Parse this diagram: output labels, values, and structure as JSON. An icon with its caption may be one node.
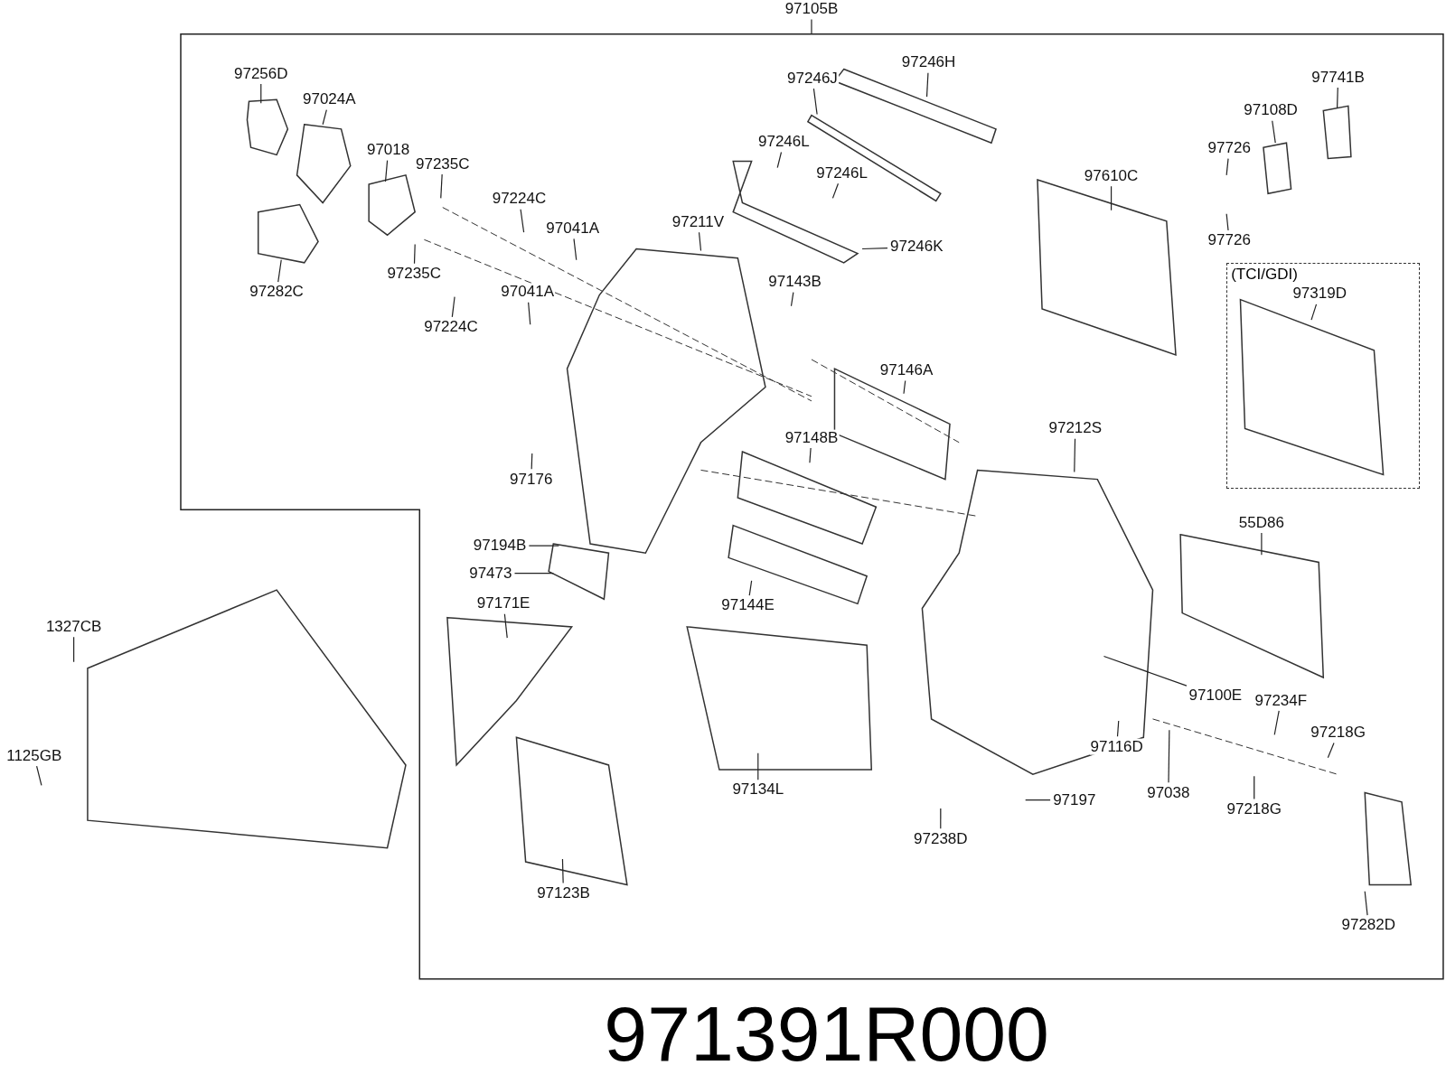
{
  "diagram": {
    "nodes": [
      {
        "text": [
          "97105B"
        ]
      },
      {
        "text": [
          "97256D"
        ]
      },
      {
        "text": [
          "97024A"
        ]
      },
      {
        "text": [
          "97018"
        ]
      },
      {
        "text": [
          "97235C"
        ]
      },
      {
        "text": [
          "97246J"
        ]
      },
      {
        "text": [
          "97246H"
        ]
      },
      {
        "text": [
          "97741B"
        ]
      },
      {
        "text": [
          "97108D"
        ]
      },
      {
        "text": [
          "97726"
        ]
      },
      {
        "text": [
          "97224C"
        ]
      },
      {
        "text": [
          "97246L"
        ]
      },
      {
        "text": [
          "97246L"
        ]
      },
      {
        "text": [
          "97610C"
        ]
      },
      {
        "text": [
          "97282C"
        ]
      },
      {
        "text": [
          "97041A"
        ]
      },
      {
        "text": [
          "97211V"
        ]
      },
      {
        "text": [
          "97246K"
        ]
      },
      {
        "text": [
          "97726"
        ]
      },
      {
        "text": [
          "97235C"
        ]
      },
      {
        "text": [
          "(TCI/GDI)"
        ]
      },
      {
        "text": [
          "97319D"
        ],
        "in": 20
      },
      {
        "text": [
          "97143B"
        ]
      },
      {
        "text": [
          "97041A"
        ]
      },
      {
        "text": [
          "97224C"
        ]
      },
      {
        "text": [
          "97146A"
        ]
      },
      {
        "text": [
          "97212S"
        ]
      },
      {
        "text": [
          "97176"
        ]
      },
      {
        "text": [
          "97148B"
        ]
      },
      {
        "text": [
          "55D86"
        ]
      },
      {
        "text": [
          "97194B"
        ]
      },
      {
        "text": [
          "97473"
        ]
      },
      {
        "text": [
          "97171E"
        ]
      },
      {
        "text": [
          "97144E"
        ]
      },
      {
        "text": [
          "1327CB"
        ]
      },
      {
        "text": [
          "97100E"
        ]
      },
      {
        "text": [
          "97234F"
        ]
      },
      {
        "text": [
          "97218G"
        ]
      },
      {
        "text": [
          "97116D"
        ]
      },
      {
        "text": [
          "1125GB"
        ]
      },
      {
        "text": [
          "97038"
        ]
      },
      {
        "text": [
          "97218G"
        ]
      },
      {
        "text": [
          "97134L"
        ]
      },
      {
        "text": [
          "97197"
        ]
      },
      {
        "text": [
          "97238D"
        ]
      },
      {
        "text": [
          "97123B"
        ]
      },
      {
        "text": [
          "97282D"
        ]
      }
    ],
    "edges": [
      {
        "from": 0,
        "to": null,
        "arrow": "none"
      },
      {
        "from": 1,
        "to": null,
        "arrow": "none"
      },
      {
        "from": 2,
        "to": null,
        "arrow": "none"
      },
      {
        "from": 3,
        "to": null,
        "arrow": "none"
      },
      {
        "from": 4,
        "to": null,
        "arrow": "none"
      },
      {
        "from": 5,
        "to": null,
        "arrow": "none"
      },
      {
        "from": 6,
        "to": null,
        "arrow": "none"
      },
      {
        "from": 7,
        "to": null,
        "arrow": "none"
      },
      {
        "from": 8,
        "to": null,
        "arrow": "none"
      },
      {
        "from": 9,
        "to": null,
        "arrow": "none"
      },
      {
        "from": 10,
        "to": null,
        "arrow": "none"
      },
      {
        "from": 11,
        "to": null,
        "arrow": "none"
      },
      {
        "from": 12,
        "to": null,
        "arrow": "none"
      },
      {
        "from": 13,
        "to": null,
        "arrow": "none"
      },
      {
        "from": 14,
        "to": null,
        "arrow": "none"
      },
      {
        "from": 15,
        "to": null,
        "arrow": "none"
      },
      {
        "from": 16,
        "to": null,
        "arrow": "none"
      },
      {
        "from": 17,
        "to": null,
        "arrow": "none"
      },
      {
        "from": 18,
        "to": null,
        "arrow": "none"
      },
      {
        "from": 19,
        "to": null,
        "arrow": "none"
      },
      {
        "from": 21,
        "to": null,
        "arrow": "none"
      },
      {
        "from": 22,
        "to": null,
        "arrow": "none"
      },
      {
        "from": 23,
        "to": null,
        "arrow": "none"
      },
      {
        "from": 24,
        "to": null,
        "arrow": "none"
      },
      {
        "from": 25,
        "to": null,
        "arrow": "none"
      },
      {
        "from": 26,
        "to": null,
        "arrow": "none"
      },
      {
        "from": 27,
        "to": null,
        "arrow": "none"
      },
      {
        "from": 28,
        "to": null,
        "arrow": "none"
      },
      {
        "from": 29,
        "to": null,
        "arrow": "none"
      },
      {
        "from": 30,
        "to": null,
        "arrow": "none"
      },
      {
        "from": 31,
        "to": null,
        "arrow": "none"
      },
      {
        "from": 32,
        "to": null,
        "arrow": "none"
      },
      {
        "from": 33,
        "to": null,
        "arrow": "none"
      },
      {
        "from": 34,
        "to": null,
        "arrow": "none"
      },
      {
        "from": 35,
        "to": null,
        "arrow": "none"
      },
      {
        "from": 36,
        "to": null,
        "arrow": "none"
      },
      {
        "from": 37,
        "to": null,
        "arrow": "none"
      },
      {
        "from": 38,
        "to": null,
        "arrow": "none"
      },
      {
        "from": 39,
        "to": null,
        "arrow": "none"
      },
      {
        "from": 40,
        "to": null,
        "arrow": "none"
      },
      {
        "from": 41,
        "to": null,
        "arrow": "none"
      },
      {
        "from": 42,
        "to": null,
        "arrow": "none"
      },
      {
        "from": 43,
        "to": null,
        "arrow": "none"
      },
      {
        "from": 44,
        "to": null,
        "arrow": "none"
      },
      {
        "from": 45,
        "to": null,
        "arrow": "none"
      },
      {
        "from": 46,
        "to": null,
        "arrow": "none"
      }
    ],
    "labels": [
      "971391R000"
    ]
  }
}
